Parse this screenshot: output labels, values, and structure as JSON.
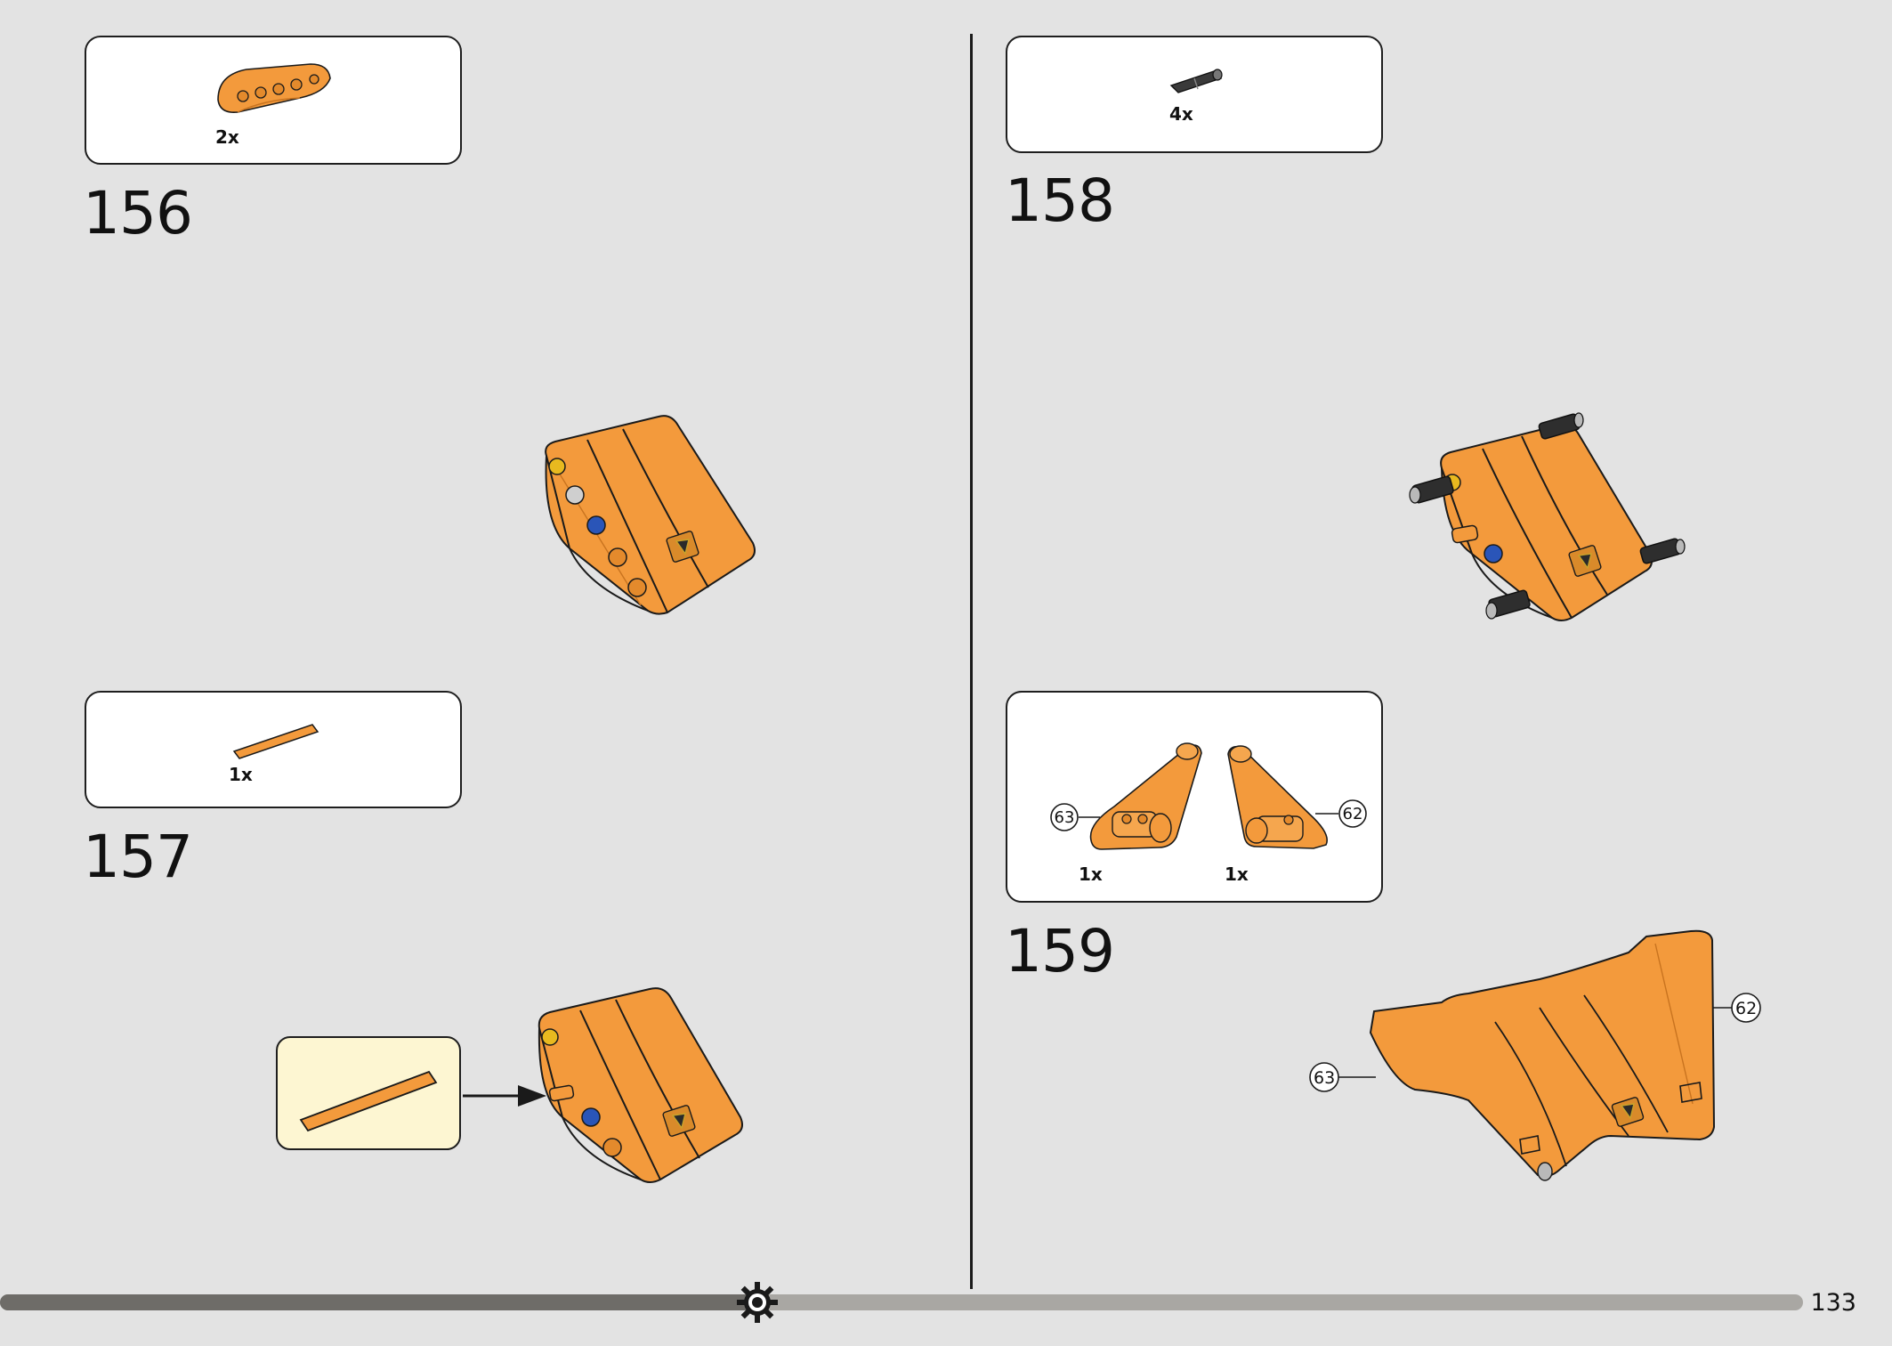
{
  "colors": {
    "background": "#e3e3e3",
    "part_orange": "#f39a3c",
    "part_orange_dark": "#d07a22",
    "outline": "#1a1a1a",
    "callout_fill": "#fdf6d2",
    "progress_done": "#6e6c68",
    "progress_todo": "#a9a7a3"
  },
  "steps": [
    {
      "number": "156",
      "parts": [
        {
          "qty": "2x",
          "icon": "curved-beam-icon"
        }
      ]
    },
    {
      "number": "157",
      "parts": [
        {
          "qty": "1x",
          "icon": "axle-icon"
        }
      ]
    },
    {
      "number": "158",
      "parts": [
        {
          "qty": "4x",
          "icon": "connector-pin-icon"
        }
      ]
    },
    {
      "number": "159",
      "parts": [
        {
          "qty": "1x",
          "icon": "panel-63-icon",
          "label": "63"
        },
        {
          "qty": "1x",
          "icon": "panel-62-icon",
          "label": "62"
        }
      ],
      "callouts": [
        "63",
        "62"
      ]
    }
  ],
  "footer": {
    "page_number": "133",
    "progress": 0.42,
    "progress_icon": "gear-icon"
  }
}
